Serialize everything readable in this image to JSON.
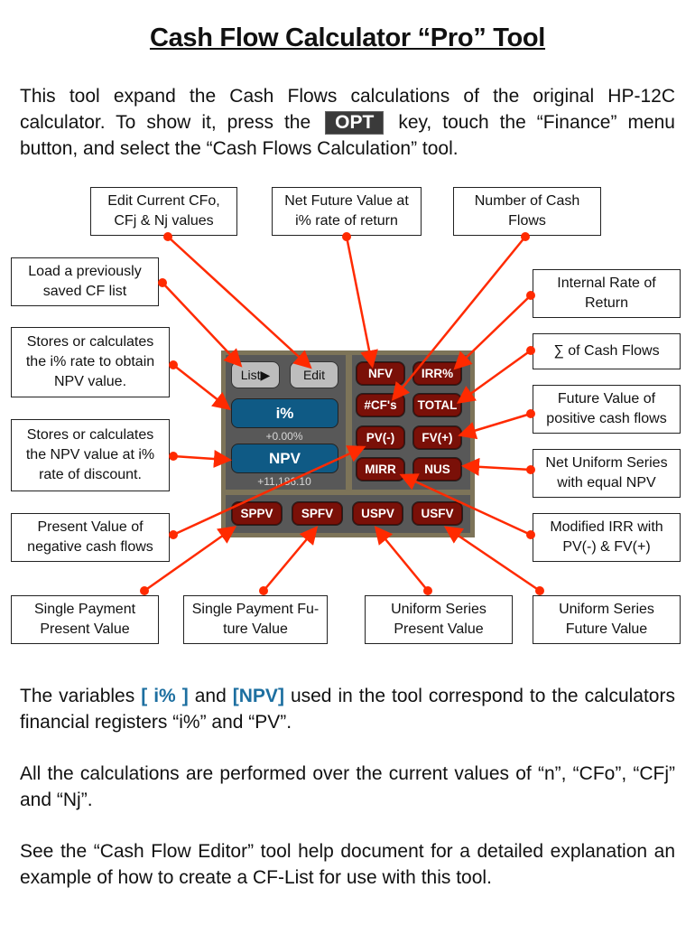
{
  "title": "Cash Flow Calculator “Pro” Tool",
  "intro": {
    "before_key": "This tool expand the Cash Flows calculations of the original HP-12C calculator. To show it, press the",
    "key_label": "OPT",
    "after_key": "key, touch the “Finance” menu button, and select the “Cash Flows Calculation” tool."
  },
  "callouts": {
    "edit": "Edit Current CFo, CFj & Nj values",
    "nfv": "Net Future Value at i% rate of return",
    "num_cf": "Number of Cash Flows",
    "load": "Load a previously saved CF list",
    "irr": "Internal Rate of Return",
    "irate": "Stores or calculates the i% rate to obtain NPV value.",
    "sum": "∑ of Cash Flows",
    "npv": "Stores or calculates the NPV value at i% rate of discount.",
    "fv_pos": "Future Value of positive cash flows",
    "nus": "Net Uniform Series with equal NPV",
    "pv_neg": "Present Value of negative cash flows",
    "mirr": "Modified IRR with PV(-) & FV(+)",
    "sppv": "Single Payment Present Value",
    "spfv": "Single Payment Fu-ture Value",
    "uspv": "Uniform Series Present Value",
    "usfv": "Uniform Series Future Value"
  },
  "calculator": {
    "list_button": "List▶",
    "edit_button": "Edit",
    "i_button": "i%",
    "i_value": "+0.00%",
    "npv_button": "NPV",
    "npv_value": "+11,186.10",
    "right_buttons": [
      "NFV",
      "IRR%",
      "#CF's",
      "TOTAL",
      "PV(-)",
      "FV(+)",
      "MIRR",
      "NUS"
    ],
    "bottom_buttons": [
      "SPPV",
      "SPFV",
      "USPV",
      "USFV"
    ]
  },
  "paragraphs": {
    "p1_a": "The variables",
    "p1_var1": "[ i% ]",
    "p1_b": "and",
    "p1_var2": "[NPV]",
    "p1_c": "used in the tool correspond to the calculators financial registers “i%” and “PV”.",
    "p2": "All the calculations are performed over the current values of “n”, “CFo”, “CFj” and “Nj”.",
    "p3": "See the “Cash Flow Editor” tool  help document for a detailed explanation an example of how to create a CF-List for use with this tool."
  },
  "colors": {
    "arrow": "#ff2a00",
    "red_button": "#7a1008",
    "blue_button": "#0f5a85",
    "frame": "#7d7459",
    "panel": "#585858",
    "variable_text": "#1d6fa0"
  }
}
